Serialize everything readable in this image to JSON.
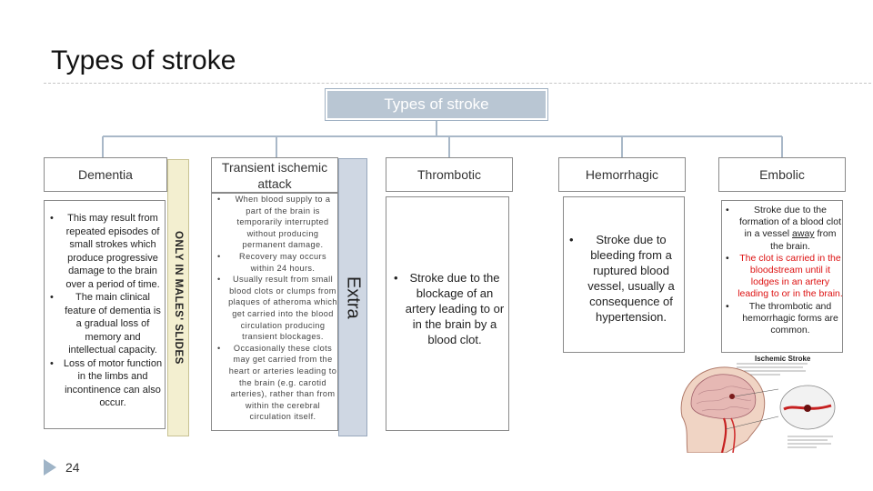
{
  "slide": {
    "title": "Types of stroke",
    "number": "24"
  },
  "root": {
    "label": "Types of stroke"
  },
  "categories": [
    {
      "label": "Dementia"
    },
    {
      "label": "Transient ischemic attack"
    },
    {
      "label": "Thrombotic"
    },
    {
      "label": "Hemorrhagic"
    },
    {
      "label": "Embolic"
    }
  ],
  "dementia": {
    "points": [
      "This may result from repeated episodes of small strokes which produce progressive damage to the brain over a period of time.",
      "The main clinical feature of dementia is a gradual loss of memory and intellectual capacity.",
      "Loss of motor function in the limbs and incontinence can also occur."
    ]
  },
  "tia": {
    "points": [
      "When blood supply to a part of the brain is temporarily interrupted without producing permanent damage.",
      "Recovery may occurs within 24 hours.",
      "Usually result from small blood clots or clumps from plaques of atheroma which get carried into the blood circulation producing transient blockages.",
      "Occasionally these clots may get carried from the heart or arteries leading to the brain (e.g. carotid arteries), rather than from within the cerebral circulation itself."
    ]
  },
  "thrombotic": {
    "points": [
      "Stroke due to the blockage of an artery leading to or in the brain by a blood clot."
    ]
  },
  "hemorrhagic": {
    "points": [
      "Stroke due to bleeding from a ruptured blood vessel, usually a consequence of hypertension."
    ]
  },
  "embolic": {
    "p1_pre": "Stroke due to the formation of a blood clot in a vessel ",
    "p1_underlined": "away",
    "p1_post": " from the brain.",
    "p2_red": "The clot is carried in the bloodstream",
    "p2_post": " until it lodges in an artery leading to or in the brain.",
    "p3": "The thrombotic and hemorrhagic forms are common."
  },
  "banners": {
    "males_only": "ONLY IN MALES' SLIDES",
    "extra": "Extra"
  },
  "image": {
    "heading": "Ischemic Stroke"
  },
  "colors": {
    "root_fill": "#b9c6d3",
    "connector": "#a9b8c8",
    "males_banner": "#f3efd0",
    "extra_banner": "#cfd7e3",
    "highlight_red": "#d11111"
  }
}
